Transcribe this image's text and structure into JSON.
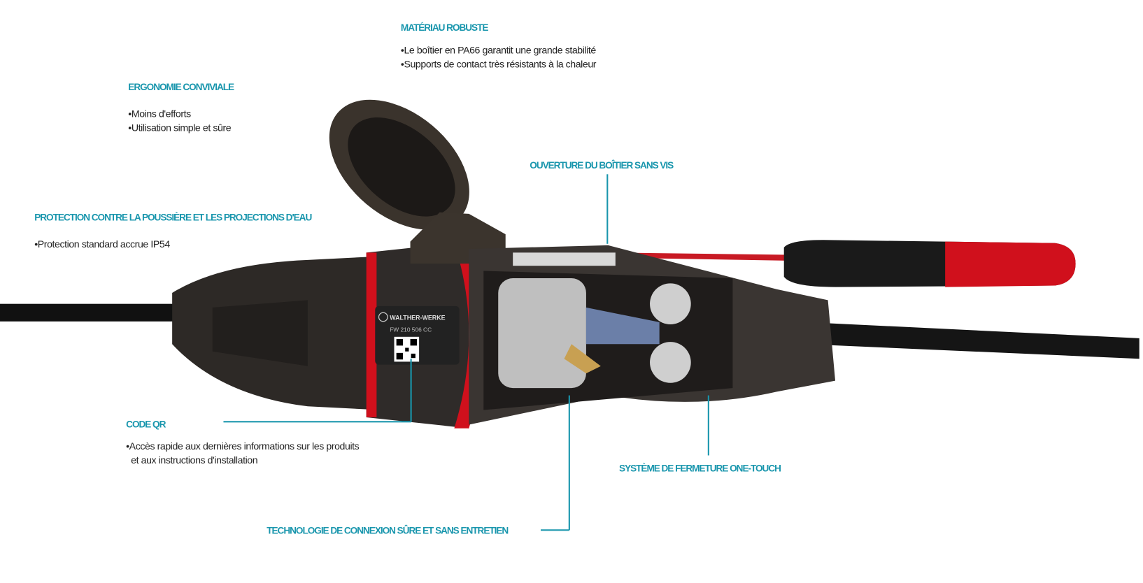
{
  "callouts": {
    "material": {
      "title": "MATÉRIAU ROBUSTE",
      "bullets": [
        "Le boîtier en PA66 garantit une grande stabilité",
        "Supports de contact très résistants à la chaleur"
      ]
    },
    "ergonomics": {
      "title": "ERGONOMIE CONVIVIALE",
      "bullets": [
        "Moins d'efforts",
        "Utilisation simple et sûre"
      ]
    },
    "protection": {
      "title": "PROTECTION CONTRE LA POUSSIÈRE ET LES PROJECTIONS D'EAU",
      "bullets": [
        "Protection standard accrue IP54"
      ]
    },
    "opening": {
      "title": "OUVERTURE DU BOÎTIER SANS VIS"
    },
    "qr": {
      "title": "CODE QR",
      "bullets": [
        "Accès rapide aux dernières informations sur les produits",
        "et aux instructions d'installation"
      ]
    },
    "connection": {
      "title": "TECHNOLOGIE DE CONNEXION SÛRE ET SANS ENTRETIEN"
    },
    "closure": {
      "title": "SYSTÈME DE FERMETURE ONE-TOUCH"
    }
  },
  "product_label": {
    "brand": "WALTHER-WERKE",
    "model": "FW 210 506 CC"
  },
  "colors": {
    "accent": "#1996ad",
    "red": "#d0101c",
    "body": "#2a2624"
  }
}
